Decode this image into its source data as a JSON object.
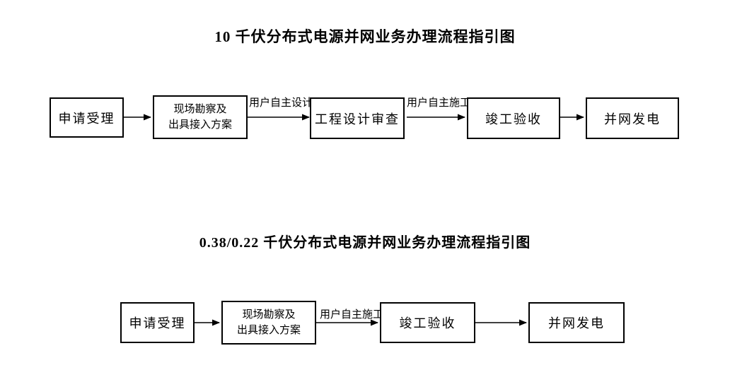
{
  "flowchart_10kv": {
    "title": "10 千伏分布式电源并网业务办理流程指引图",
    "steps": {
      "s1": "申请受理",
      "s2_line1": "现场勘察及",
      "s2_line2": "出具接入方案",
      "s3": "工程设计审查",
      "s4": "竣工验收",
      "s5": "并网发电"
    },
    "arrow_labels": {
      "design": "用户自主设计",
      "construction": "用户自主施工"
    }
  },
  "flowchart_lv": {
    "title": "0.38/0.22 千伏分布式电源并网业务办理流程指引图",
    "steps": {
      "s1": "申请受理",
      "s2_line1": "现场勘察及",
      "s2_line2": "出具接入方案",
      "s3": "竣工验收",
      "s4": "并网发电"
    },
    "arrow_labels": {
      "construction": "用户自主施工"
    }
  },
  "colors": {
    "line": "#000000",
    "text": "#000000",
    "background": "#ffffff"
  }
}
